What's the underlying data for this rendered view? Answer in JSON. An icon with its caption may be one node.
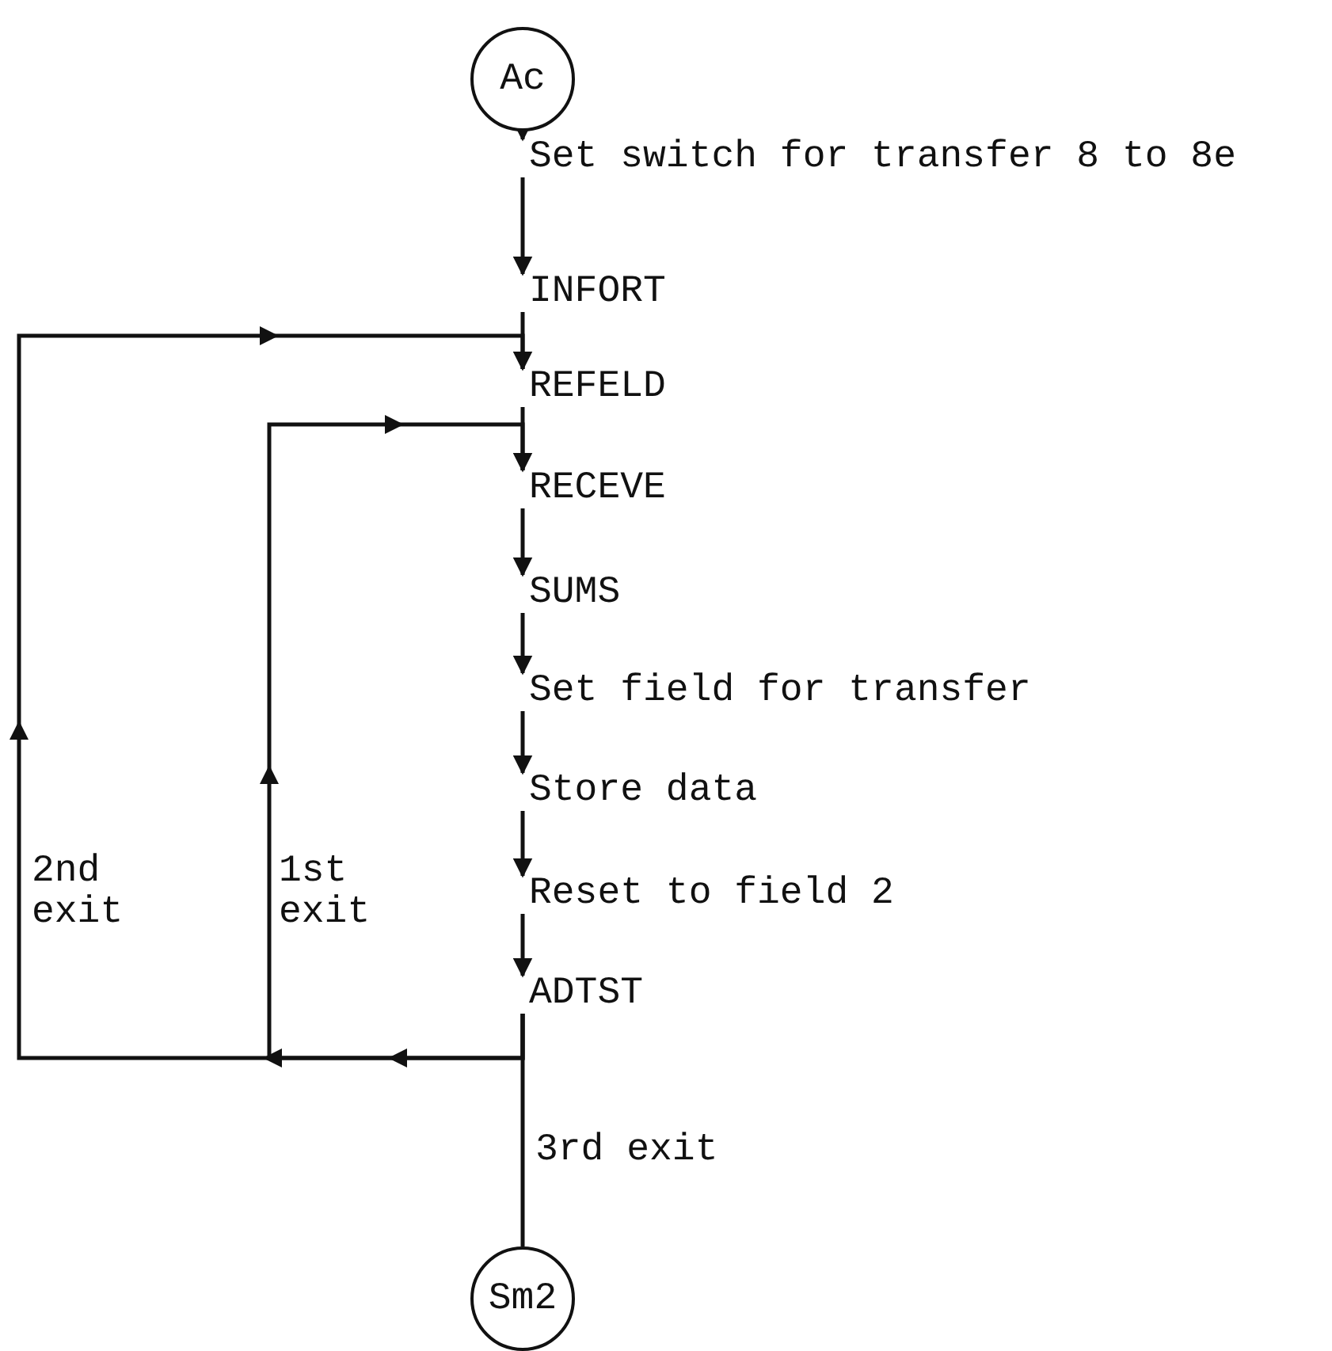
{
  "diagram": {
    "nodes": [
      {
        "text": [
          "Ac"
        ]
      },
      {
        "text": [
          "Set switch for transfer 8 to 8e"
        ]
      },
      {
        "text": [
          "INFORT"
        ]
      },
      {
        "text": [
          "REFELD"
        ]
      },
      {
        "text": [
          "RECEVE"
        ]
      },
      {
        "text": [
          "SUMS"
        ]
      },
      {
        "text": [
          "Set field for transfer"
        ]
      },
      {
        "text": [
          "Store data"
        ]
      },
      {
        "text": [
          "Reset to field 2"
        ]
      },
      {
        "text": [
          "ADTST"
        ]
      },
      {
        "text": [
          "Sm2"
        ]
      }
    ],
    "edges": [
      {
        "from": 0,
        "to": 1,
        "arrow": "to"
      },
      {
        "from": 1,
        "to": 2,
        "arrow": "to"
      },
      {
        "from": 2,
        "to": 3,
        "arrow": "to"
      },
      {
        "from": 3,
        "to": 4,
        "arrow": "to"
      },
      {
        "from": 4,
        "to": 5,
        "arrow": "to"
      },
      {
        "from": 5,
        "to": 6,
        "arrow": "to"
      },
      {
        "from": 6,
        "to": 7,
        "arrow": "to"
      },
      {
        "from": 7,
        "to": 8,
        "arrow": "to"
      },
      {
        "from": 8,
        "to": 9,
        "arrow": "to"
      },
      {
        "from": 9,
        "to": 10,
        "arrow": "none",
        "label": "3rd exit"
      },
      {
        "from": 9,
        "to": 4,
        "arrow": "to",
        "label": "1st exit"
      },
      {
        "from": 9,
        "to": 3,
        "arrow": "to",
        "label": "2nd exit"
      }
    ]
  }
}
